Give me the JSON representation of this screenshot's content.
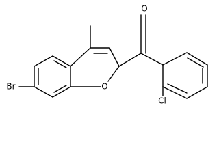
{
  "molecule": {
    "atoms": {
      "oxygen_carbonyl": "O",
      "oxygen_furan": "O",
      "bromine": "Br",
      "chlorine": "Cl"
    }
  }
}
